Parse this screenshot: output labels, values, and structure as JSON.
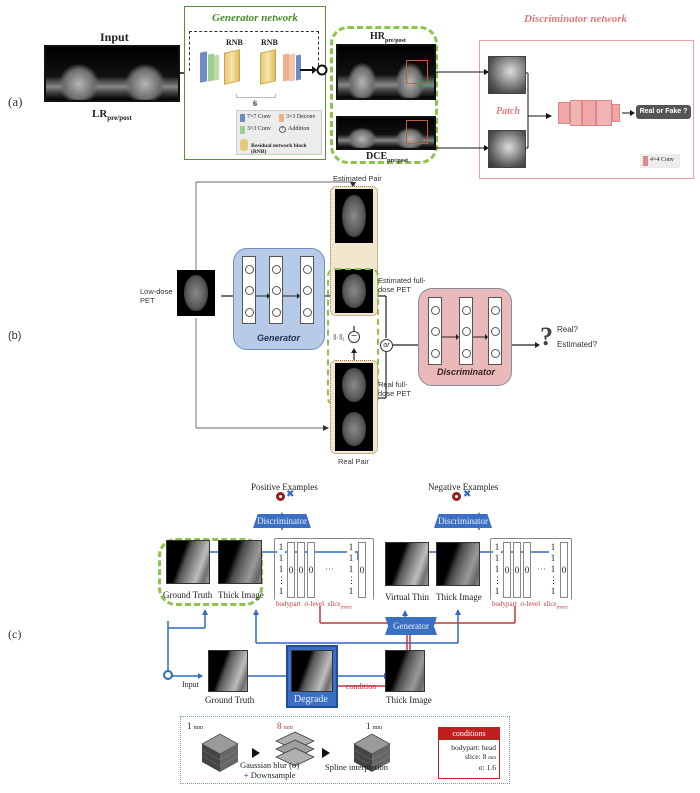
{
  "panels": {
    "a": {
      "label": "(a)",
      "input_title": "Input",
      "input_caption_main": "LR",
      "input_caption_sub": "pre/post",
      "generator_title": "Generator network",
      "rnb_labels": [
        "RNB",
        "RNB"
      ],
      "repeat_count": "6",
      "legend": {
        "conv7": "7×7 Conv",
        "deconv3": "3×3 Deconv",
        "conv3": "3×3 Conv",
        "addition": "Addition",
        "rnb": "Residual network block (RNB)"
      },
      "hr_caption_main": "HR",
      "hr_caption_sub": "pre/post",
      "dce_caption_main": "DCE",
      "dce_caption_sub": "pre/post",
      "discriminator_title": "Discriminator network",
      "patch_label": "Patch",
      "output_label": "Real or Fake ?",
      "conv4_legend": "4×4 Conv",
      "colors": {
        "generator_border": "#5a8f3a",
        "generator_title": "#4d8a2e",
        "discriminator_border": "#e8a0a0",
        "discriminator_title": "#e07a7a",
        "dashed_green": "#8cc44a"
      }
    },
    "b": {
      "label": "(b)",
      "low_dose_label": "Low-dose PET",
      "generator_label": "Generator",
      "estimated_pair_label": "Estimated Pair",
      "estimated_full_label": "Estimated full-dose PET",
      "real_full_label": "Real full-dose PET",
      "real_pair_label": "Real Pair",
      "l1_label": "ǁ·ǁ₁",
      "or_label": "or",
      "discriminator_label": "Discriminator",
      "question_glyph": "?",
      "out_real": "Real?",
      "out_estimated": "Estimated?",
      "colors": {
        "generator_fill": "#b7cbe8",
        "generator_border": "#6f8fbf",
        "discriminator_fill": "#eab9b9",
        "discriminator_border": "#8a8aa0",
        "pair_fill": "#f3e6cf"
      }
    },
    "c": {
      "label": "(c)",
      "positive_title": "Positive Examples",
      "negative_title": "Negative Examples",
      "discriminator_label": "Discriminator",
      "generator_label": "Generator",
      "ground_truth": "Ground Truth",
      "thick_image": "Thick Image",
      "virtual_thin": "Virtual Thin",
      "vector_left_col": [
        "1",
        "1",
        "1",
        "⋮",
        "1"
      ],
      "vector_zero": "0",
      "vector_dots": "···",
      "bracket_bodypart": "bodypart",
      "bracket_sigma": "σ-level",
      "bracket_slice": "slice",
      "bracket_slice_unit": "(mm)",
      "input_label": "Input",
      "degrade_label": "Degrade",
      "condition_label": "condition",
      "stack_labels": {
        "left_mm": "1",
        "mid_mm": "8",
        "right_mm": "1",
        "unit": "mm"
      },
      "step1_line1": "Gaussian blur (σ)",
      "step1_line2": "+ Downsample",
      "step2": "Spline interplation",
      "conditions": {
        "title": "conditions",
        "bodypart": "bodypart: head",
        "slice_prefix": "slice: 8",
        "slice_unit": "mm",
        "sigma": "σ: 1.6"
      },
      "colors": {
        "blue": "#2f6bbf",
        "red": "#c0393b",
        "box_red": "#c01f1f",
        "dashed_green": "#8cc44a"
      }
    }
  }
}
